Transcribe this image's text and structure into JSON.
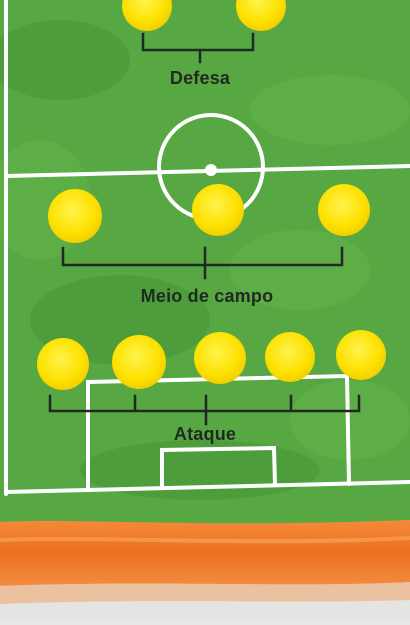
{
  "formation": {
    "groups": [
      {
        "label": "Defesa"
      },
      {
        "label": "Meio de campo"
      },
      {
        "label": "Ataque"
      }
    ]
  },
  "colors": {
    "grass": "#57a843",
    "grass_dark": "#3f8a34",
    "player": "#fde100",
    "lines": "#ffffff",
    "brackets": "#1f2a22",
    "track": "#f07a2a",
    "ground": "#e4e4e2"
  }
}
